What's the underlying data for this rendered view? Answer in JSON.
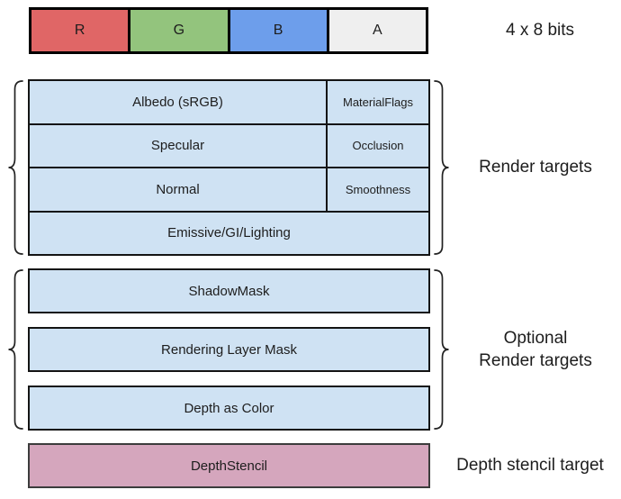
{
  "colors": {
    "channel_red": "#E06666",
    "channel_green": "#93C47D",
    "channel_blue": "#6D9EEB",
    "channel_alpha": "#EFEFEF",
    "render_target_fill": "#CFE2F3",
    "depth_stencil_fill": "#D5A6BD",
    "border": "#000000"
  },
  "bit_bar": {
    "cells": [
      {
        "label": "R",
        "color": "#E06666"
      },
      {
        "label": "G",
        "color": "#93C47D"
      },
      {
        "label": "B",
        "color": "#6D9EEB"
      },
      {
        "label": "A",
        "color": "#EFEFEF"
      }
    ],
    "caption": "4 x 8 bits"
  },
  "render_targets": {
    "label": "Render targets",
    "rows": [
      {
        "main": "Albedo (sRGB)",
        "sub": "MaterialFlags"
      },
      {
        "main": "Specular",
        "sub": "Occlusion"
      },
      {
        "main": "Normal",
        "sub": "Smoothness"
      },
      {
        "main": "Emissive/GI/Lighting"
      }
    ]
  },
  "optional_targets": {
    "label_line1": "Optional",
    "label_line2": "Render targets",
    "boxes": [
      "ShadowMask",
      "Rendering Layer Mask",
      "Depth as Color"
    ]
  },
  "depth_stencil": {
    "box_label": "DepthStencil",
    "caption": "Depth stencil target"
  }
}
